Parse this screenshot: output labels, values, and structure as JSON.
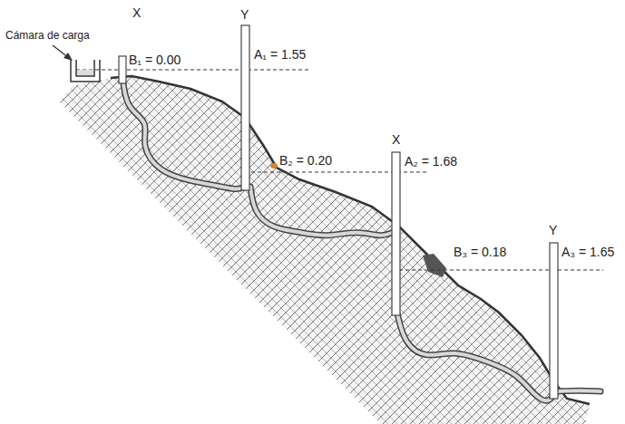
{
  "diagram": {
    "labels": [
      "X",
      "Y",
      "Cámara de carga",
      "B₁ = 0.00",
      "A₁ = 1.55",
      "B₂ = 0.20",
      "X",
      "A₂ = 1.68",
      "B₃ = 0.18",
      "Y",
      "A₃ = 1.65"
    ]
  }
}
